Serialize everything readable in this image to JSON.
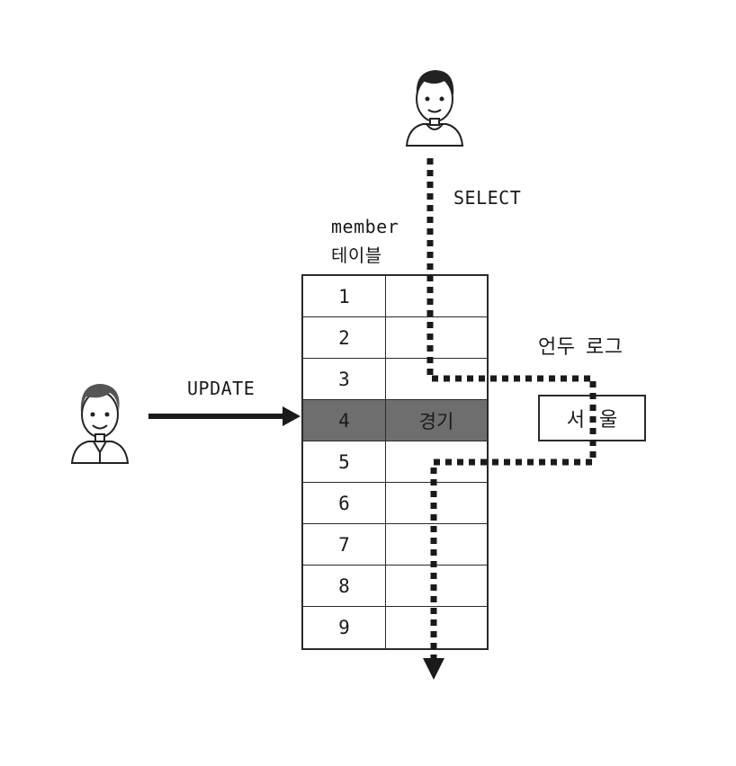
{
  "select_label": "SELECT",
  "update_label": "UPDATE",
  "table_title_line1": "member",
  "table_title_line2": "테이블",
  "undo_log_label": "언두 로그",
  "undo_log_value": "서울",
  "rows": [
    {
      "id": "1",
      "value": ""
    },
    {
      "id": "2",
      "value": ""
    },
    {
      "id": "3",
      "value": ""
    },
    {
      "id": "4",
      "value": "경기"
    },
    {
      "id": "5",
      "value": ""
    },
    {
      "id": "6",
      "value": ""
    },
    {
      "id": "7",
      "value": ""
    },
    {
      "id": "8",
      "value": ""
    },
    {
      "id": "9",
      "value": ""
    }
  ],
  "locked_row_index": 3,
  "colors": {
    "stroke": "#1a1a1a",
    "locked_row": "#6e6e6e"
  }
}
